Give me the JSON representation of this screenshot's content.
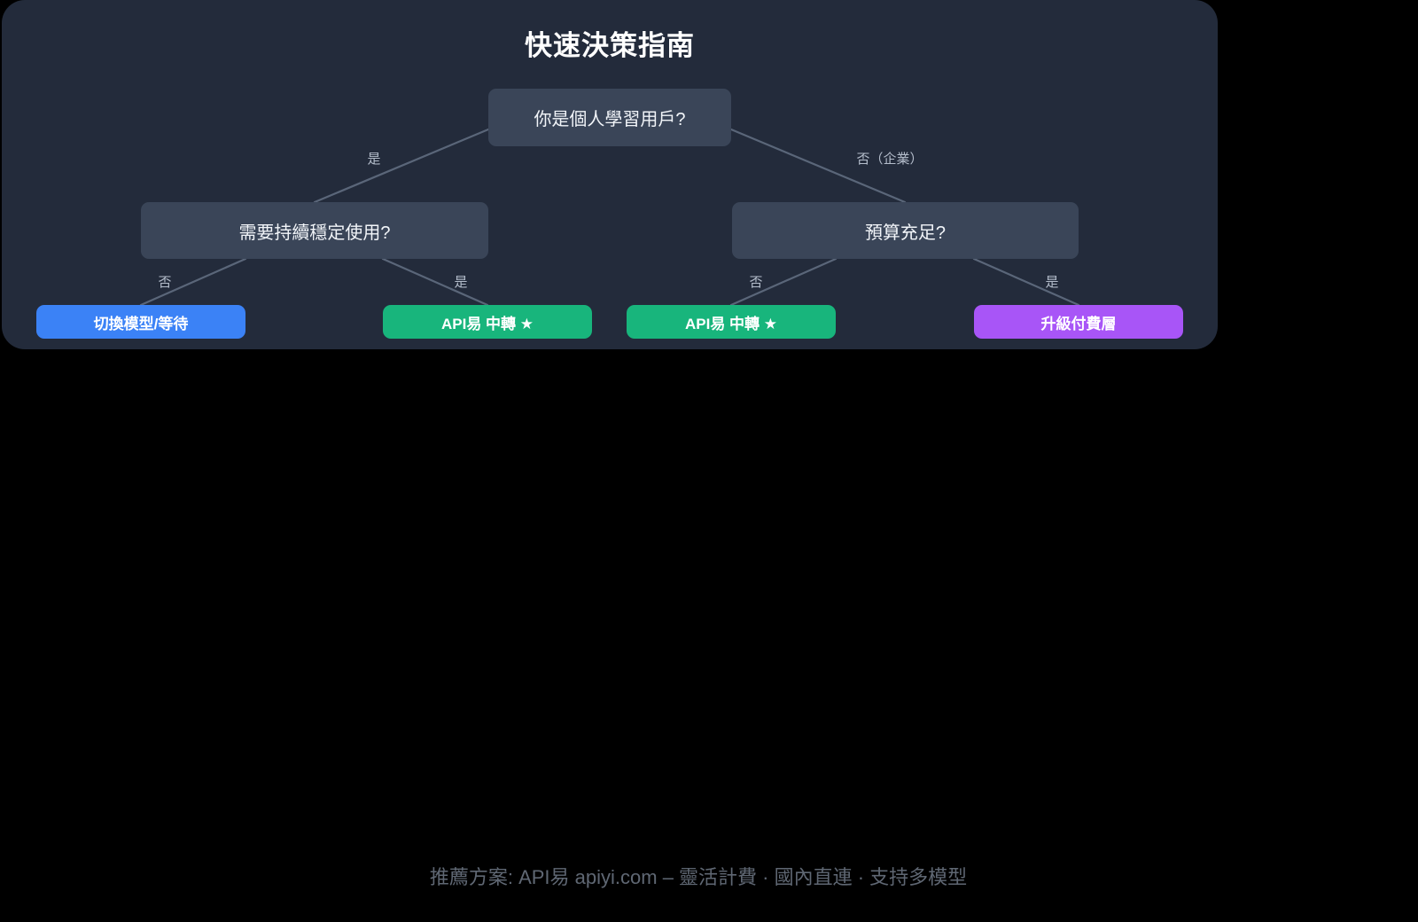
{
  "chart_data": {
    "type": "diagram",
    "title": "快速決策指南",
    "diagram_kind": "decision-tree",
    "nodes": [
      {
        "id": "root",
        "label": "你是個人學習用戶?",
        "kind": "question",
        "level": 0
      },
      {
        "id": "personal",
        "label": "需要持續穩定使用?",
        "kind": "question",
        "level": 1
      },
      {
        "id": "budget",
        "label": "預算充足?",
        "kind": "question",
        "level": 1
      },
      {
        "id": "switch",
        "label": "切換模型/等待",
        "kind": "outcome",
        "level": 2,
        "color": "#3b82f6"
      },
      {
        "id": "relay_a",
        "label": "API易 中轉 ★",
        "kind": "outcome",
        "level": 2,
        "color": "#18b57c"
      },
      {
        "id": "relay_b",
        "label": "API易 中轉 ★",
        "kind": "outcome",
        "level": 2,
        "color": "#18b57c"
      },
      {
        "id": "upgrade",
        "label": "升級付費層",
        "kind": "outcome",
        "level": 2,
        "color": "#a855f7"
      }
    ],
    "edges": [
      {
        "from": "root",
        "to": "personal",
        "label": "是"
      },
      {
        "from": "root",
        "to": "budget",
        "label": "否（企業）"
      },
      {
        "from": "personal",
        "to": "switch",
        "label": "否"
      },
      {
        "from": "personal",
        "to": "relay_a",
        "label": "是"
      },
      {
        "from": "budget",
        "to": "relay_b",
        "label": "否"
      },
      {
        "from": "budget",
        "to": "upgrade",
        "label": "是"
      }
    ]
  },
  "card": {
    "title": "快速決策指南",
    "background": "#232b3b",
    "question_node_color": "#3a4558",
    "edge_color": "#5a6679"
  },
  "nodes": {
    "root": "你是個人學習用戶?",
    "personal": "需要持續穩定使用?",
    "budget": "預算充足?",
    "switch": "切換模型/等待",
    "relay_a": "API易 中轉 ★",
    "relay_b": "API易 中轉 ★",
    "upgrade": "升級付費層"
  },
  "edge_labels": {
    "root_yes": "是",
    "root_no": "否（企業）",
    "personal_no": "否",
    "personal_yes": "是",
    "budget_no": "否",
    "budget_yes": "是"
  },
  "footer": {
    "note": "推薦方案: API易 apiyi.com – 靈活計費 · 國內直連 · 支持多模型"
  }
}
